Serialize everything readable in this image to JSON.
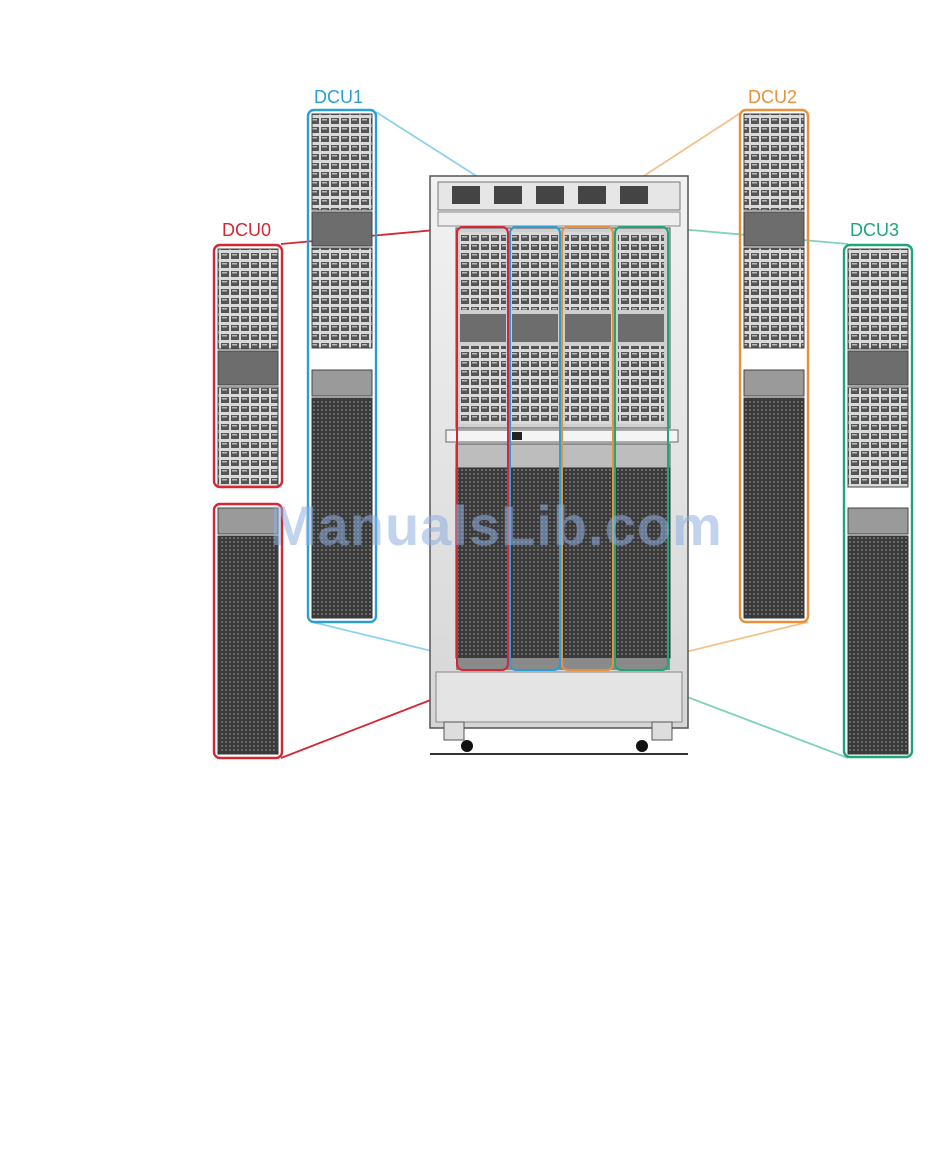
{
  "labels": {
    "dcu0": "DCU0",
    "dcu1": "DCU1",
    "dcu2": "DCU2",
    "dcu3": "DCU3"
  },
  "watermark": "ManualsLib.com",
  "colors": {
    "dcu0": "#d32733",
    "dcu1": "#2a9fd6",
    "dcu2": "#e8913a",
    "dcu3": "#1fa57c",
    "dcu1_line": "#8fd2ef",
    "dcu2_line": "#f3c18c",
    "dcu3_line": "#7fd3b6"
  }
}
